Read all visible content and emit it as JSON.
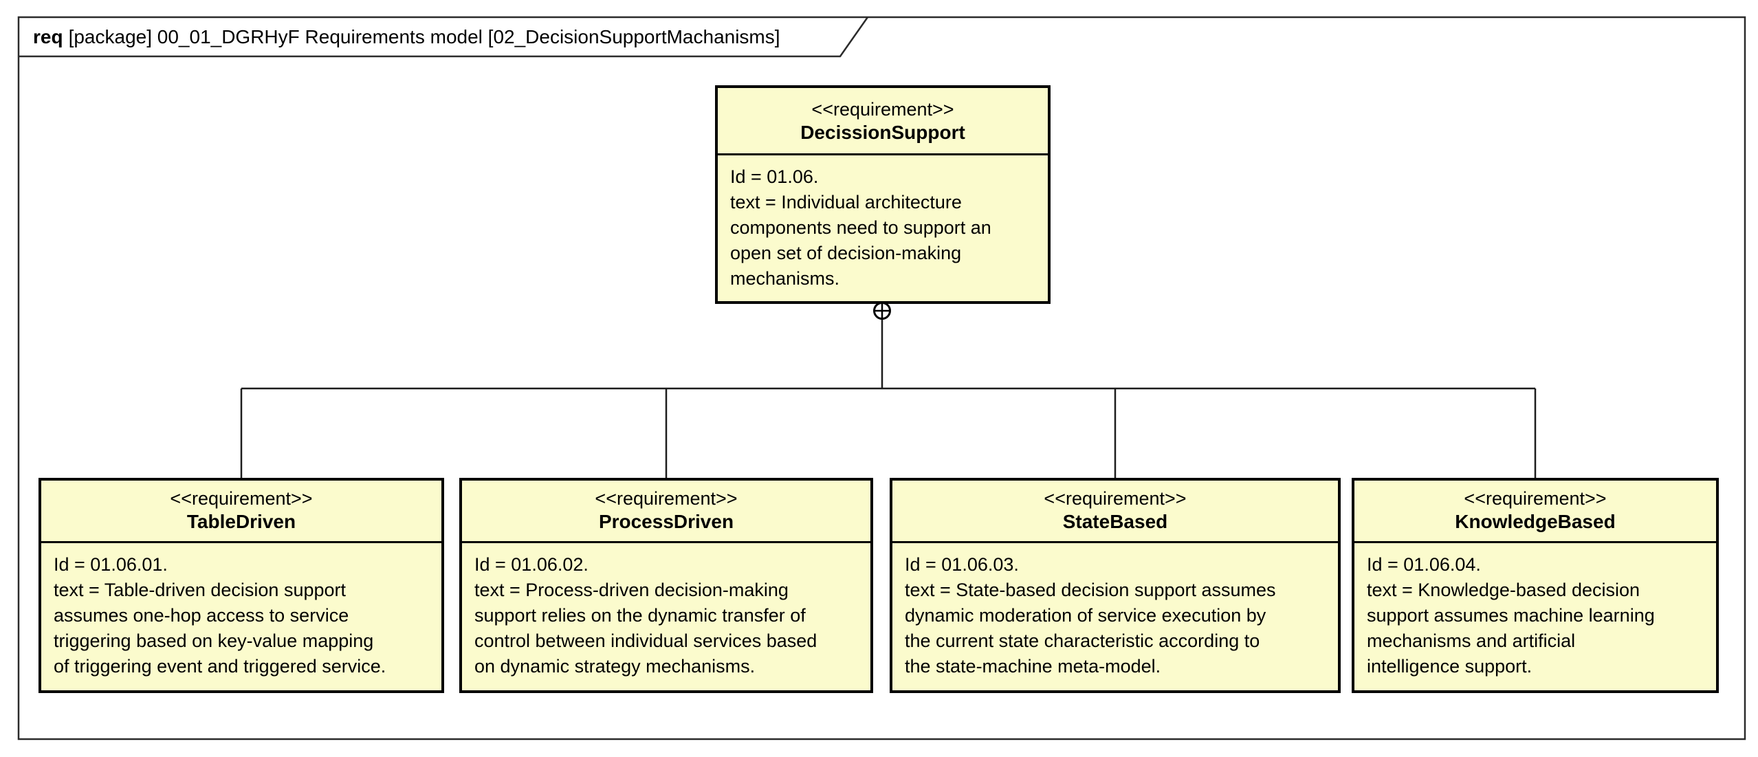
{
  "frame": {
    "keyword": "req",
    "title": "[package] 00_01_DGRHyF Requirements model [02_DecisionSupportMachanisms]"
  },
  "connector": {
    "type": "containment",
    "symbol": "circle-plus-containment-icon"
  },
  "colors": {
    "node_fill": "#FBFBCD",
    "node_border": "#000000",
    "connector_line": "#1C1C1C",
    "frame_border": "#2B2B2B",
    "background": "#FFFFFF"
  },
  "nodes": {
    "parent": {
      "stereotype": "<<requirement>>",
      "name": "DecissionSupport",
      "body_lines": [
        "Id = 01.06.",
        "text = Individual architecture",
        "components need to support an",
        "open set of decision-making",
        "mechanisms."
      ]
    },
    "children": [
      {
        "stereotype": "<<requirement>>",
        "name": "TableDriven",
        "body_lines": [
          "Id = 01.06.01.",
          "text = Table-driven decision support",
          "assumes one-hop access to service",
          "triggering based on key-value mapping",
          "of triggering event and triggered service."
        ]
      },
      {
        "stereotype": "<<requirement>>",
        "name": "ProcessDriven",
        "body_lines": [
          "Id = 01.06.02.",
          "text = Process-driven decision-making",
          "support relies on the dynamic transfer of",
          "control between individual services based",
          "on dynamic strategy mechanisms."
        ]
      },
      {
        "stereotype": "<<requirement>>",
        "name": "StateBased",
        "body_lines": [
          "Id = 01.06.03.",
          "text = State-based decision support assumes",
          "dynamic moderation of service execution by",
          "the current state characteristic according to",
          "the state-machine meta-model."
        ]
      },
      {
        "stereotype": "<<requirement>>",
        "name": "KnowledgeBased",
        "body_lines": [
          "Id = 01.06.04.",
          "text = Knowledge-based decision",
          "support assumes machine learning",
          "mechanisms and artificial",
          "intelligence support."
        ]
      }
    ]
  }
}
